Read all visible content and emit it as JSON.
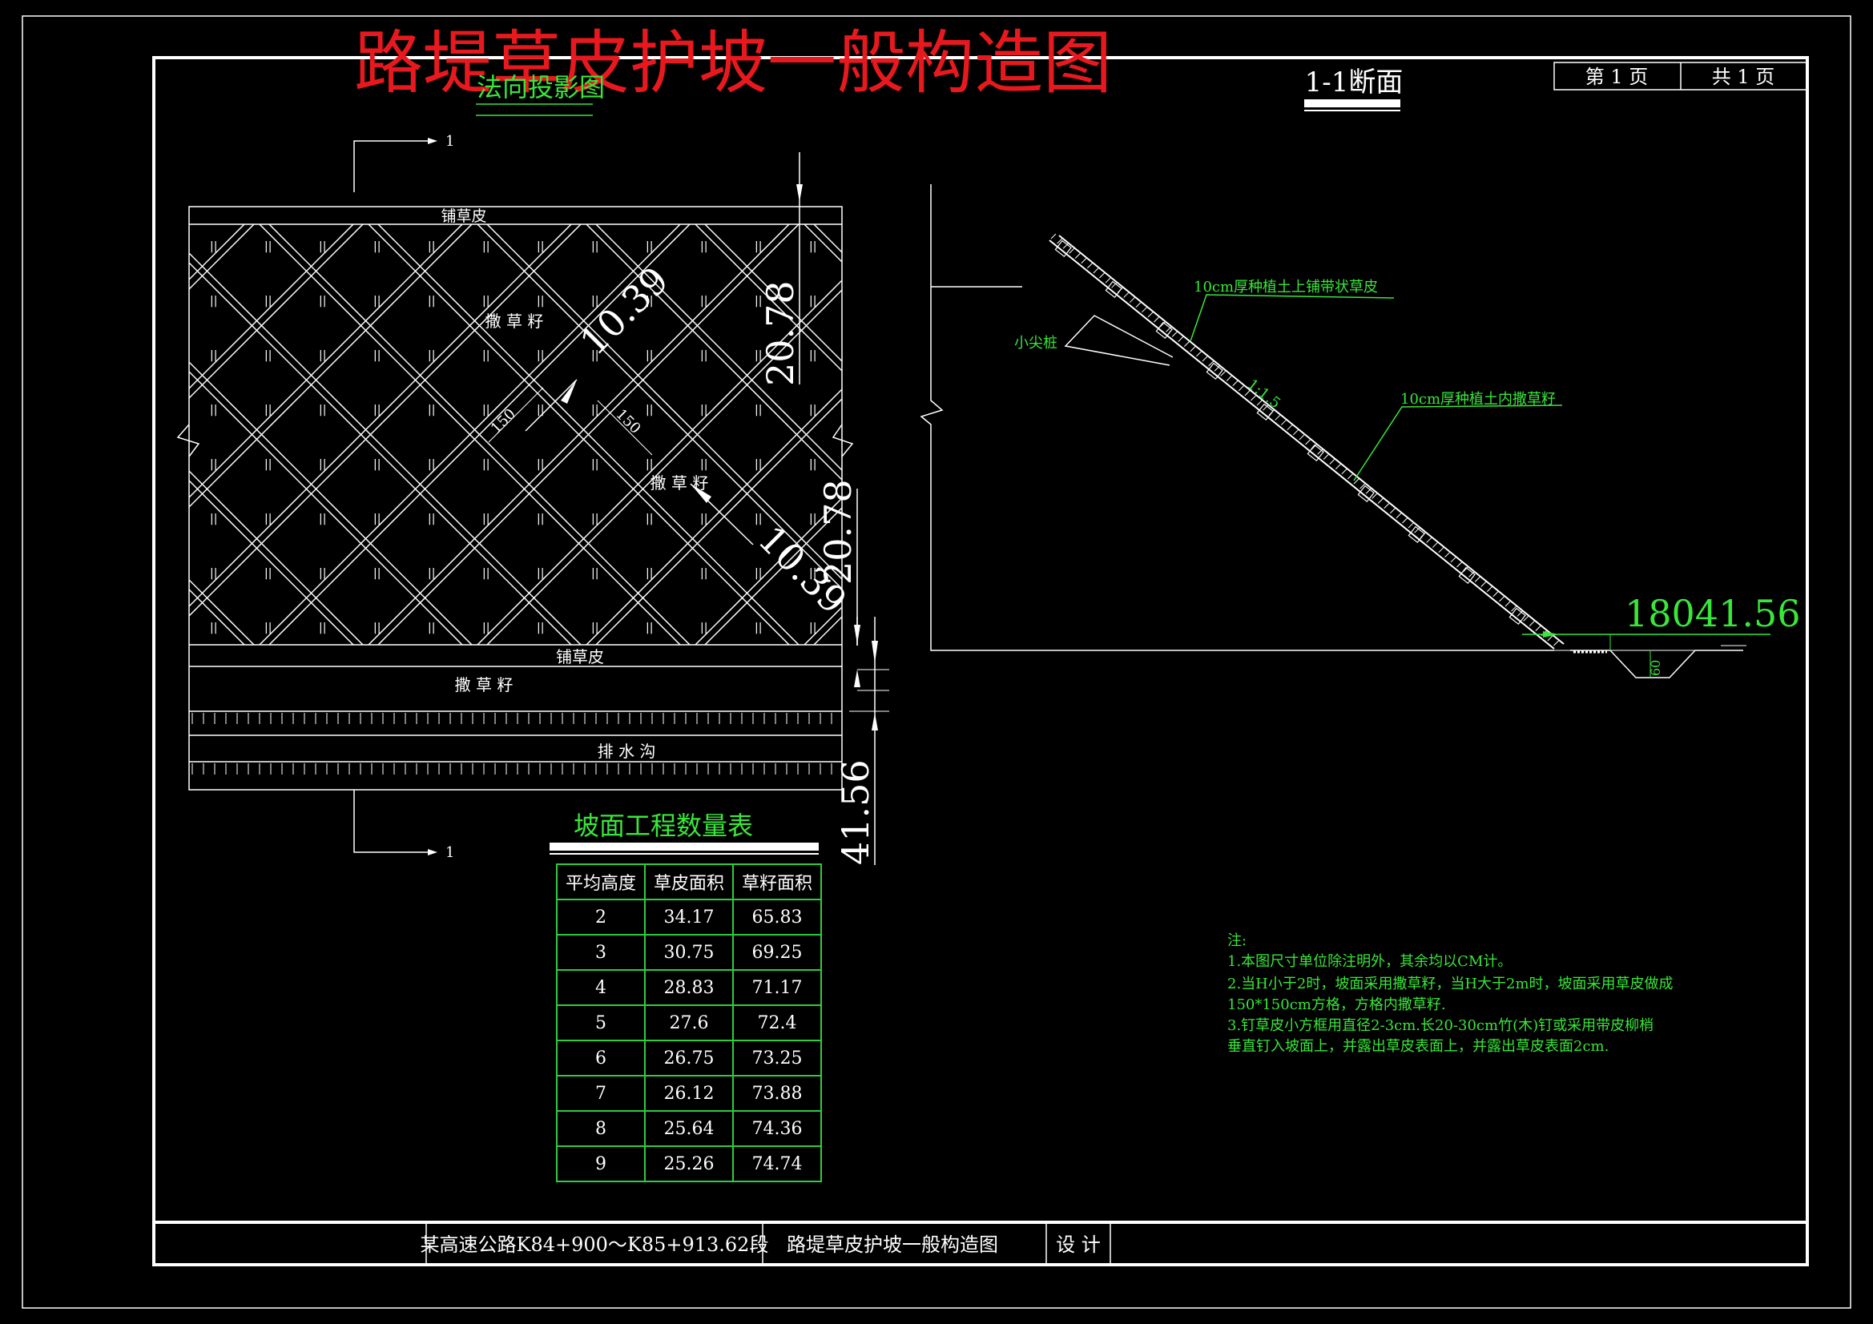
{
  "title": "路堤草皮护坡一般构造图",
  "page_box": {
    "page_label": "第 1 页",
    "total_label": "共 1 页"
  },
  "left_view": {
    "title": "法向投影图",
    "section_mark": "1",
    "labels": {
      "sod_top": "铺草皮",
      "seed_1": "撒 草 籽",
      "seed_2": "撒 草 籽",
      "sod_bottom": "铺草皮",
      "seed_bottom": "撒 草 籽",
      "ditch": "排 水 沟"
    },
    "dims": {
      "diag_1": "10.39",
      "diag_2": "10.39",
      "height_1": "20.78",
      "height_2": "20.78",
      "bottom": "41.56",
      "cell_1": "150",
      "cell_2": "150"
    }
  },
  "section_view": {
    "title": "1-1断面",
    "labels": {
      "sod": "10cm厚种植土上铺带状草皮",
      "stake": "小尖桩",
      "slope": "1:1.5",
      "seed": "10cm厚种植土内撒草籽",
      "dim_text": "18041.56",
      "ditch_dim": "60"
    }
  },
  "quantity_table": {
    "title": "坡面工程数量表",
    "headers": [
      "平均高度",
      "草皮面积",
      "草籽面积"
    ],
    "rows": [
      [
        "2",
        "34.17",
        "65.83"
      ],
      [
        "3",
        "30.75",
        "69.25"
      ],
      [
        "4",
        "28.83",
        "71.17"
      ],
      [
        "5",
        "27.6",
        "72.4"
      ],
      [
        "6",
        "26.75",
        "73.25"
      ],
      [
        "7",
        "26.12",
        "73.88"
      ],
      [
        "8",
        "25.64",
        "74.36"
      ],
      [
        "9",
        "25.26",
        "74.74"
      ]
    ]
  },
  "notes": {
    "heading": "注:",
    "lines": [
      "1.本图尺寸单位除注明外，其余均以CM计。",
      "2.当H小于2时，坡面采用撒草籽，当H大于2m时，坡面采用草皮做成",
      "150*150cm方格，方格内撒草籽.",
      "3.钉草皮小方框用直径2-3cm.长20-30cm竹(木)钉或采用带皮柳梢",
      "垂直钉入坡面上，并露出草皮表面上，并露出草皮表面2cm."
    ]
  },
  "title_block": {
    "project": "某高速公路K84+900～K85+913.62段",
    "drawing_name": "路堤草皮护坡一般构造图",
    "design_label": "设 计"
  },
  "colors": {
    "background": "#000000",
    "line": "#ffffff",
    "title": "#e8191e",
    "annotation": "#39e63a"
  }
}
